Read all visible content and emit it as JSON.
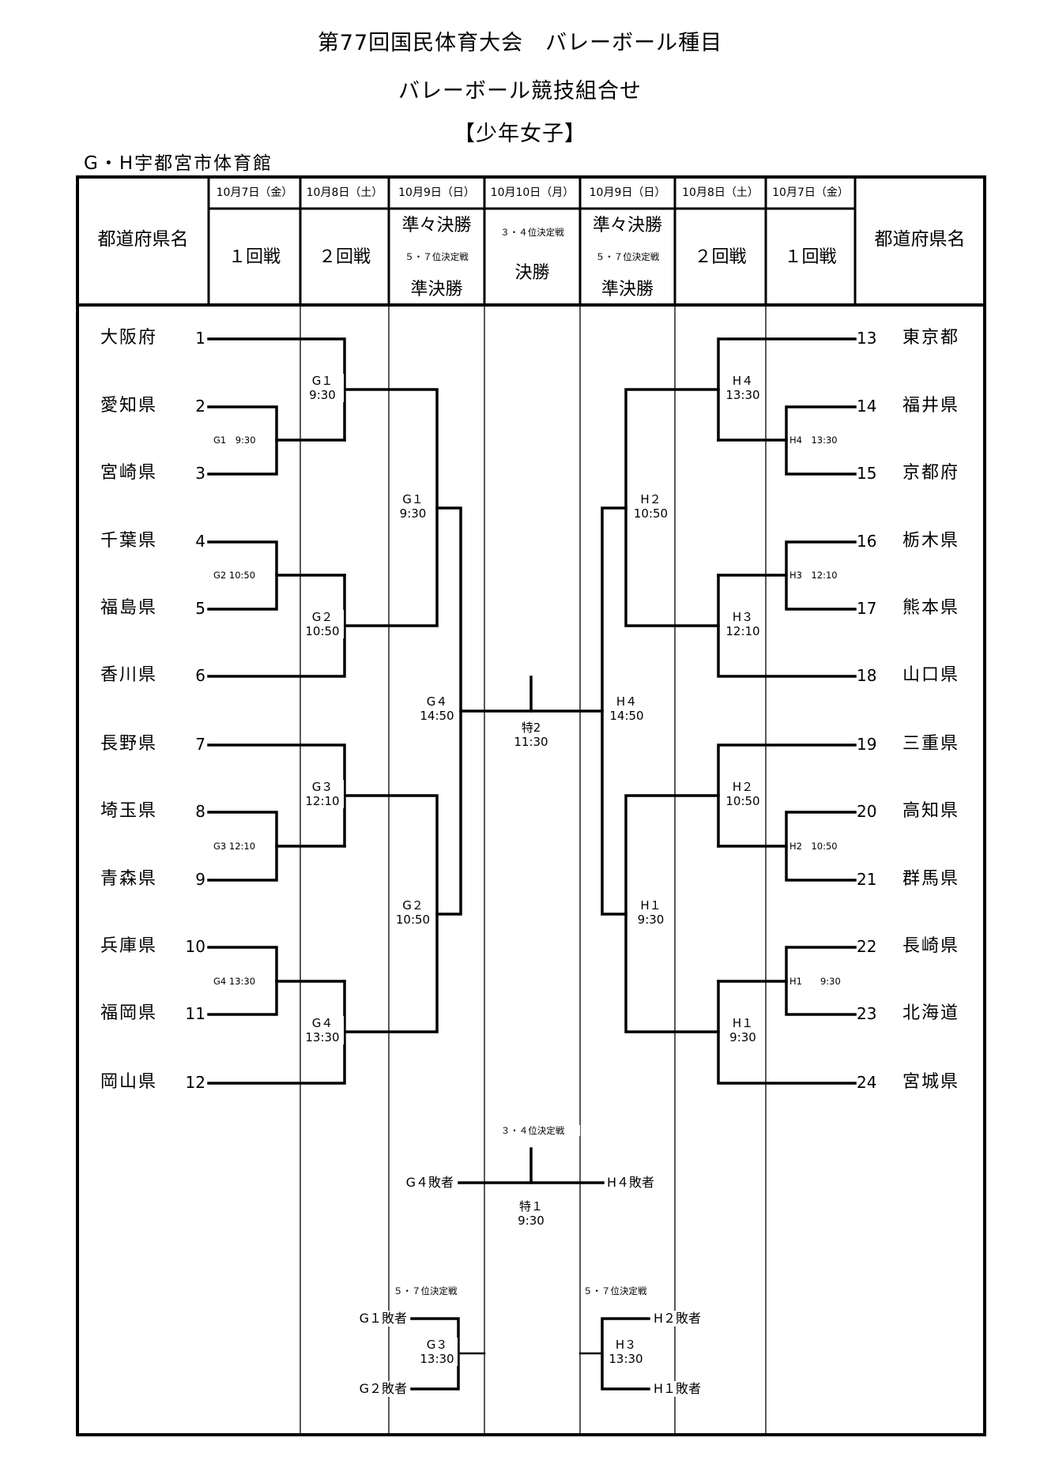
{
  "titles": {
    "line1": "第77回国民体育大会　バレーボール種目",
    "line2": "バレーボール競技組合せ",
    "line3": "【少年女子】"
  },
  "venue": "G・H宇都宮市体育館",
  "header": {
    "pref_col_label": "都道府県名",
    "columns": [
      {
        "date": "10月7日（金）",
        "round": "１回戦"
      },
      {
        "date": "10月8日（土）",
        "round": "２回戦"
      },
      {
        "date": "10月9日（日）",
        "round_top": "準々決勝",
        "sub": "５・７位決定戦",
        "round_bottom": "準決勝"
      },
      {
        "date": "10月10日（月）",
        "sub": "３・４位決定戦",
        "round": "決勝"
      },
      {
        "date": "10月9日（日）",
        "round_top": "準々決勝",
        "sub": "５・７位決定戦",
        "round_bottom": "準決勝"
      },
      {
        "date": "10月8日（土）",
        "round": "２回戦"
      },
      {
        "date": "10月7日（金）",
        "round": "１回戦"
      }
    ]
  },
  "teams_left": [
    {
      "seed": "1",
      "name": "大阪府"
    },
    {
      "seed": "2",
      "name": "愛知県"
    },
    {
      "seed": "3",
      "name": "宮崎県"
    },
    {
      "seed": "4",
      "name": "千葉県"
    },
    {
      "seed": "5",
      "name": "福島県"
    },
    {
      "seed": "6",
      "name": "香川県"
    },
    {
      "seed": "7",
      "name": "長野県"
    },
    {
      "seed": "8",
      "name": "埼玉県"
    },
    {
      "seed": "9",
      "name": "青森県"
    },
    {
      "seed": "10",
      "name": "兵庫県"
    },
    {
      "seed": "11",
      "name": "福岡県"
    },
    {
      "seed": "12",
      "name": "岡山県"
    }
  ],
  "teams_right": [
    {
      "seed": "13",
      "name": "東京都"
    },
    {
      "seed": "14",
      "name": "福井県"
    },
    {
      "seed": "15",
      "name": "京都府"
    },
    {
      "seed": "16",
      "name": "栃木県"
    },
    {
      "seed": "17",
      "name": "熊本県"
    },
    {
      "seed": "18",
      "name": "山口県"
    },
    {
      "seed": "19",
      "name": "三重県"
    },
    {
      "seed": "20",
      "name": "高知県"
    },
    {
      "seed": "21",
      "name": "群馬県"
    },
    {
      "seed": "22",
      "name": "長崎県"
    },
    {
      "seed": "23",
      "name": "北海道"
    },
    {
      "seed": "24",
      "name": "宮城県"
    }
  ],
  "matches": {
    "left_r1": [
      "G1　9:30",
      "G2 10:50",
      "G3 12:10",
      "G4 13:30"
    ],
    "left_r2": [
      {
        "court": "G１",
        "time": "9:30"
      },
      {
        "court": "G２",
        "time": "10:50"
      },
      {
        "court": "G３",
        "time": "12:10"
      },
      {
        "court": "G４",
        "time": "13:30"
      }
    ],
    "left_qf": [
      {
        "court": "G１",
        "time": "9:30"
      },
      {
        "court": "G２",
        "time": "10:50"
      }
    ],
    "left_sf": {
      "court": "G４",
      "time": "14:50"
    },
    "right_r1": [
      "H4　13:30",
      "H3　12:10",
      "H2　10:50",
      "H1　　9:30"
    ],
    "right_r2": [
      {
        "court": "H４",
        "time": "13:30"
      },
      {
        "court": "H３",
        "time": "12:10"
      },
      {
        "court": "H２",
        "time": "10:50"
      },
      {
        "court": "H１",
        "time": "9:30"
      }
    ],
    "right_qf": [
      {
        "court": "H２",
        "time": "10:50"
      },
      {
        "court": "H１",
        "time": "9:30"
      }
    ],
    "right_sf": {
      "court": "H４",
      "time": "14:50"
    },
    "final": {
      "court": "特2",
      "time": "11:30"
    },
    "third_place": {
      "label": "３・４位決定戦",
      "left": "G４敗者",
      "right": "H４敗者",
      "court": "特１",
      "time": "9:30"
    },
    "fifth_left": {
      "label": "５・７位決定戦",
      "top": "G１敗者",
      "bottom": "G２敗者",
      "court": "G３",
      "time": "13:30"
    },
    "fifth_right": {
      "label": "５・７位決定戦",
      "top": "H２敗者",
      "bottom": "H１敗者",
      "court": "H３",
      "time": "13:30"
    }
  }
}
